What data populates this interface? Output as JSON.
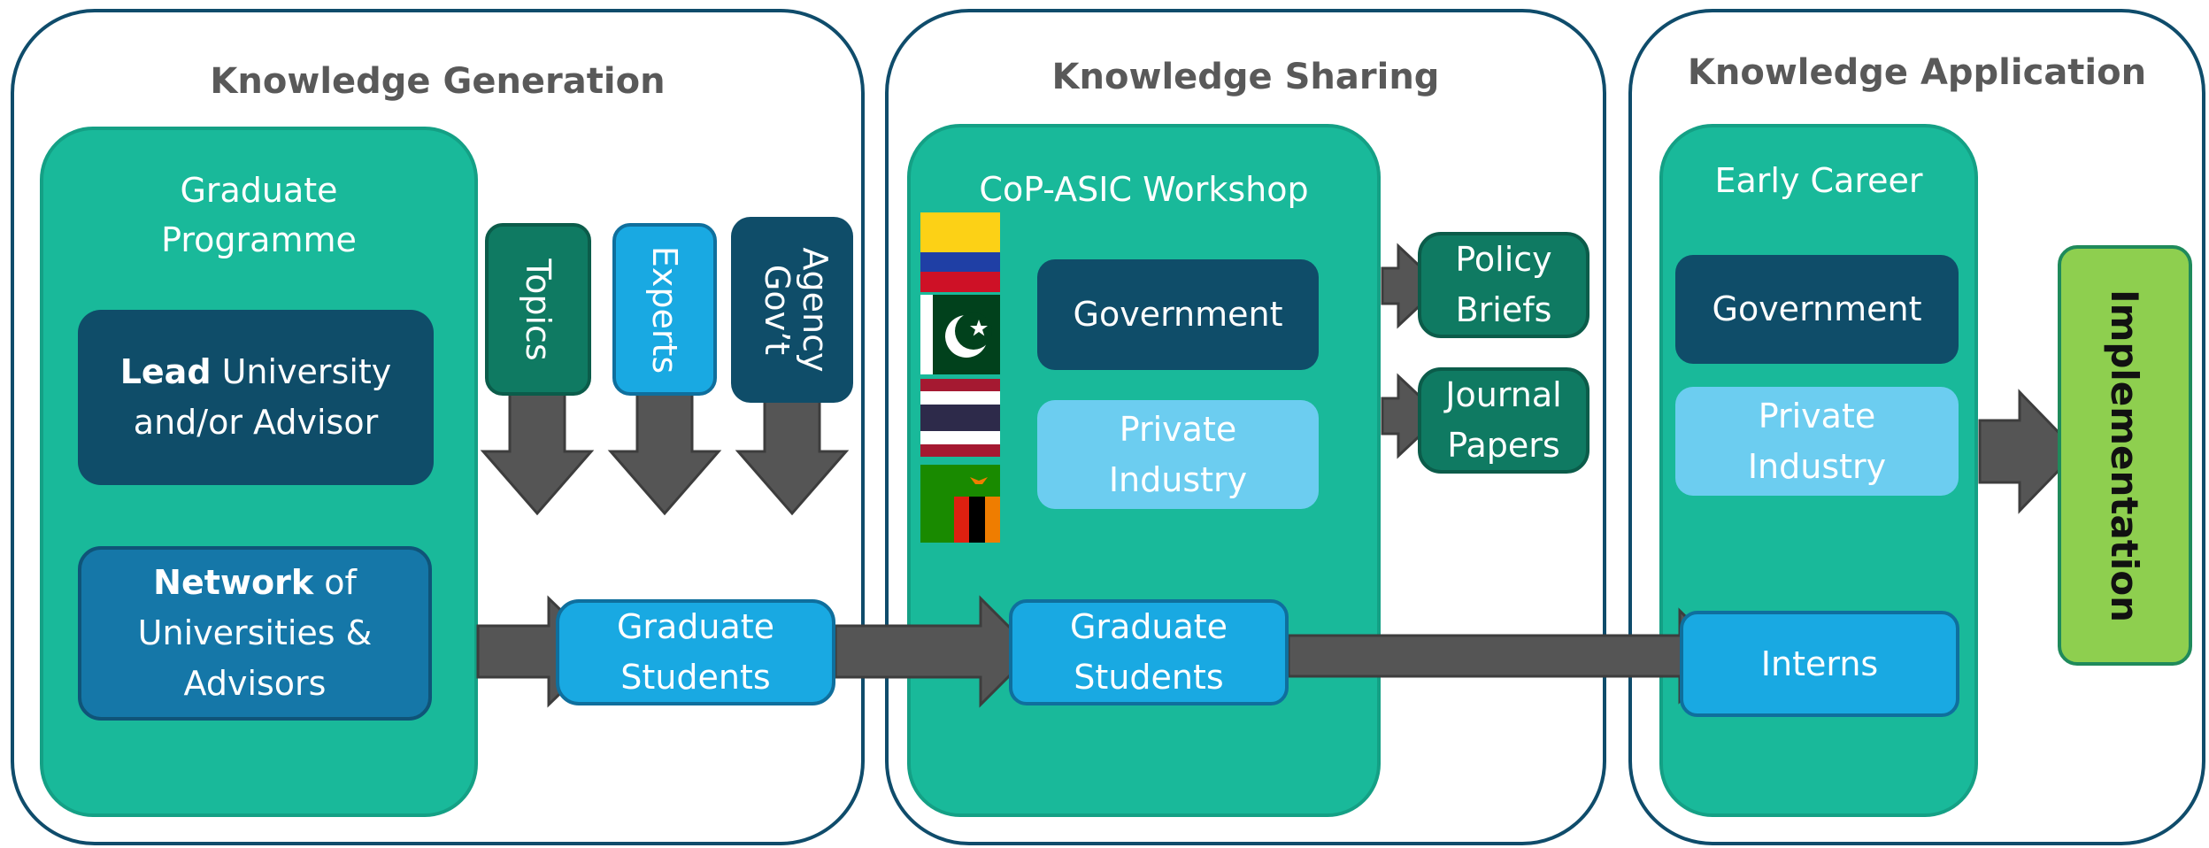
{
  "colors": {
    "panel_border": "#0f4c6b",
    "inner_panel": "#19b99a",
    "dark_teal": "#0f4d69",
    "mid_blue": "#1577a8",
    "light_blue": "#6ccdf0",
    "bright_blue": "#19a9e2",
    "dark_green": "#0f7a62",
    "arrow_gray": "#555555",
    "implementation_green": "#8ecf4f",
    "title_gray": "#595959"
  },
  "panels": {
    "generation": {
      "title": "Knowledge Generation",
      "programme_title": "Graduate\nProgramme",
      "lead_bold": "Lead",
      "lead_rest": " University\nand/or Advisor",
      "network_bold": "Network",
      "network_rest": " of\nUniversities &\nAdvisors",
      "inputs": [
        "Topics",
        "Experts",
        "Gov’t\nAgency"
      ],
      "students": "Graduate\nStudents"
    },
    "sharing": {
      "title": "Knowledge Sharing",
      "workshop_title": "CoP-ASIC Workshop",
      "government": "Government",
      "industry": "Private\nIndustry",
      "students": "Graduate\nStudents",
      "outputs": [
        "Policy\nBriefs",
        "Journal\nPapers"
      ],
      "flags": [
        "colombia-flag-icon",
        "pakistan-flag-icon",
        "thailand-flag-icon",
        "zambia-flag-icon"
      ]
    },
    "application": {
      "title": "Knowledge Application",
      "career_title": "Early Career",
      "government": "Government",
      "industry": "Private\nIndustry",
      "interns": "Interns",
      "implementation": "Implementation"
    }
  }
}
